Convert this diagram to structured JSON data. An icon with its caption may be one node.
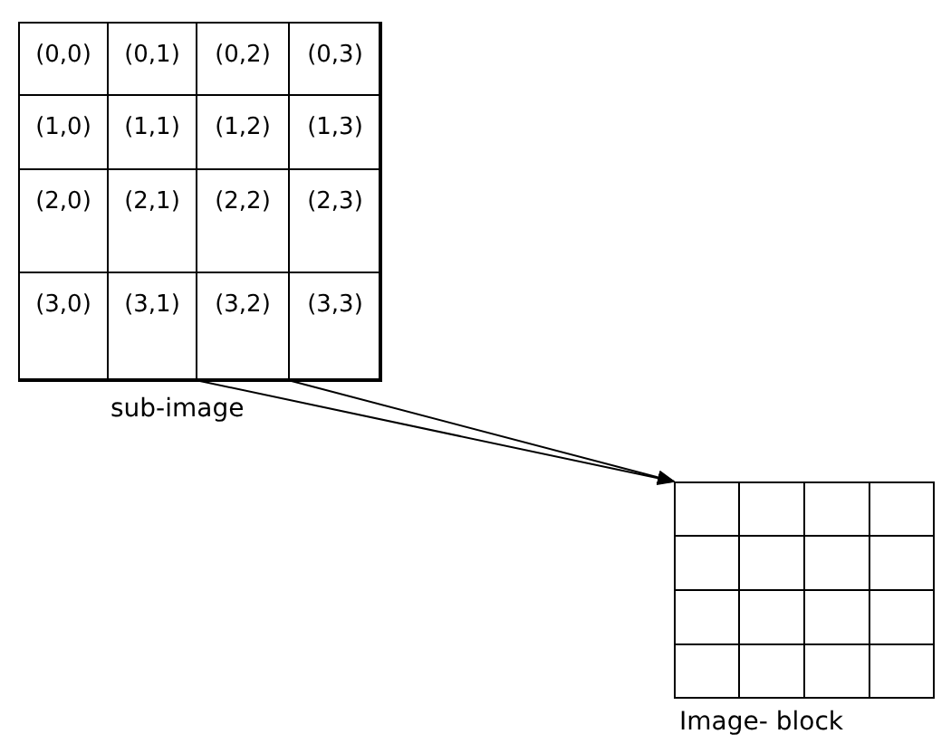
{
  "diagram": {
    "nodes": [
      {
        "text": [
          "sub-image"
        ]
      },
      {
        "text": [
          "(0,0)"
        ],
        "in": 0
      },
      {
        "text": [
          "(0,1)"
        ],
        "in": 0
      },
      {
        "text": [
          "(0,2)"
        ],
        "in": 0
      },
      {
        "text": [
          "(0,3)"
        ],
        "in": 0
      },
      {
        "text": [
          "(1,0)"
        ],
        "in": 0
      },
      {
        "text": [
          "(1,1)"
        ],
        "in": 0
      },
      {
        "text": [
          "(1,2)"
        ],
        "in": 0
      },
      {
        "text": [
          "(1,3)"
        ],
        "in": 0
      },
      {
        "text": [
          "(2,0)"
        ],
        "in": 0
      },
      {
        "text": [
          "(2,1)"
        ],
        "in": 0
      },
      {
        "text": [
          "(2,2)"
        ],
        "in": 0
      },
      {
        "text": [
          "(2,3)"
        ],
        "in": 0
      },
      {
        "text": [
          "(3,0)"
        ],
        "in": 0
      },
      {
        "text": [
          "(3,1)"
        ],
        "in": 0
      },
      {
        "text": [
          "(3,2)"
        ],
        "in": 0
      },
      {
        "text": [
          "(3,3)"
        ],
        "in": 0
      },
      {
        "text": [
          "Image- block"
        ]
      }
    ],
    "edges": [
      {
        "from": 14,
        "to": 17,
        "arrow": "to"
      },
      {
        "from": 15,
        "to": 17,
        "arrow": "to"
      }
    ]
  }
}
